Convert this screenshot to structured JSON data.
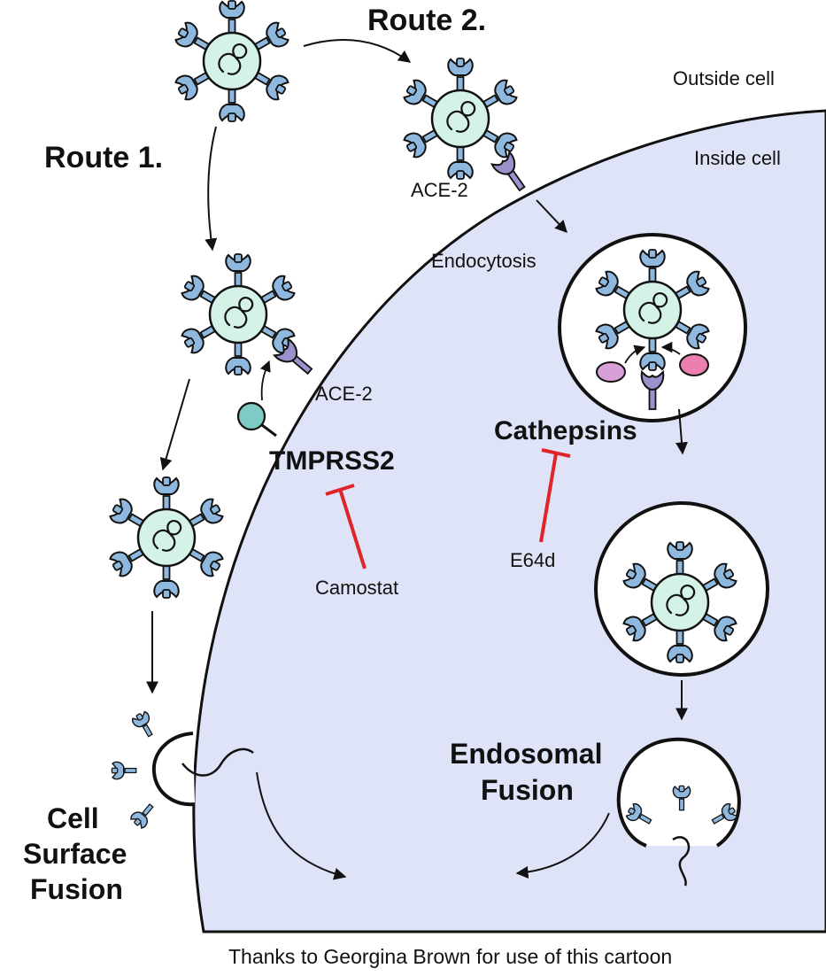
{
  "labels": {
    "route1": "Route 1.",
    "route2": "Route 2.",
    "outside_cell": "Outside cell",
    "inside_cell": "Inside cell",
    "ace2_top": "ACE-2",
    "ace2_left": "ACE-2",
    "endocytosis": "Endocytosis",
    "tmprss2": "TMPRSS2",
    "cathepsins": "Cathepsins",
    "camostat": "Camostat",
    "e64d": "E64d",
    "endosomal_fusion_line1": "Endosomal",
    "endosomal_fusion_line2": "Fusion",
    "cell_surface_line1": "Cell",
    "cell_surface_line2": "Surface",
    "cell_surface_line3": "Fusion",
    "credit": "Thanks to Georgina Brown for use of this cartoon"
  },
  "colors": {
    "cell_fill": "#dfe3f7",
    "virus_fill": "#d4f2e6",
    "spike": "#8fb8df",
    "ace2": "#9a92cc",
    "tmprss2": "#7ecac4",
    "cathepsin_pink": "#ec7fb0",
    "cathepsin_violet": "#d7a1d8",
    "inhibitor": "#e0242b",
    "line": "#111111"
  }
}
